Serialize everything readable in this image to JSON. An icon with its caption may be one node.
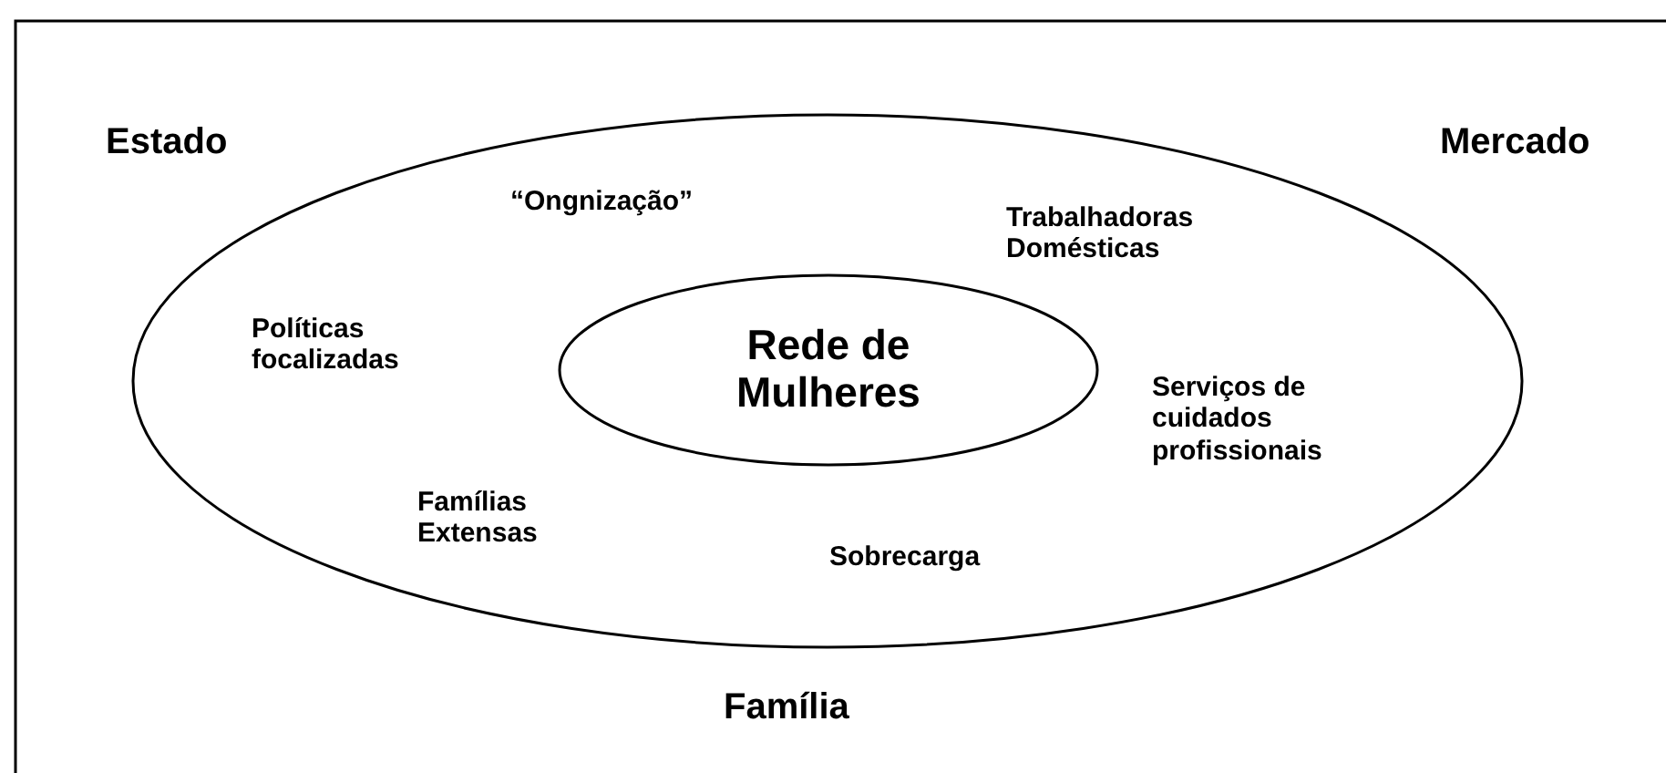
{
  "diagram": {
    "nodes": [
      {
        "text": [],
        "shape": "ellipse"
      },
      {
        "text": [
          "Rede de Mulheres"
        ],
        "in": 0
      }
    ],
    "labels": [
      "Estado",
      "Mercado",
      "“Ongnização”",
      "Trabalhadoras Domésticas",
      "Políticas focalizadas",
      "Serviços de cuidados profissionais",
      "Famílias Extensas",
      "Sobrecarga",
      "Família"
    ]
  }
}
